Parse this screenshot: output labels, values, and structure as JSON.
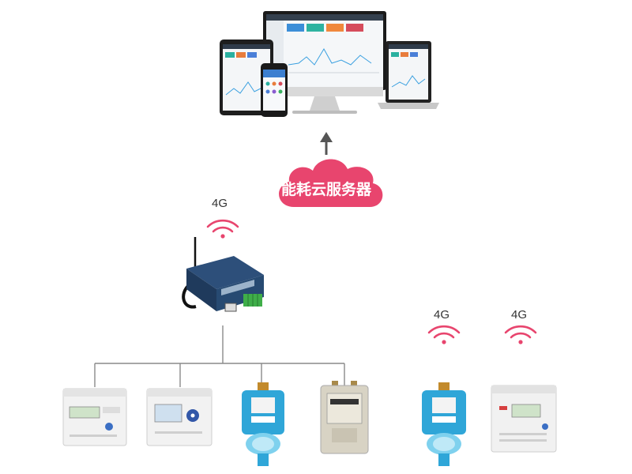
{
  "cloud": {
    "label": "能耗云服务器"
  },
  "wireless": {
    "gateway_label": "4G",
    "water_meter_label": "4G",
    "din_meter_label": "4G"
  },
  "colors": {
    "accent": "#e8456e",
    "line": "#8a8a8a",
    "arrow": "#555555"
  }
}
